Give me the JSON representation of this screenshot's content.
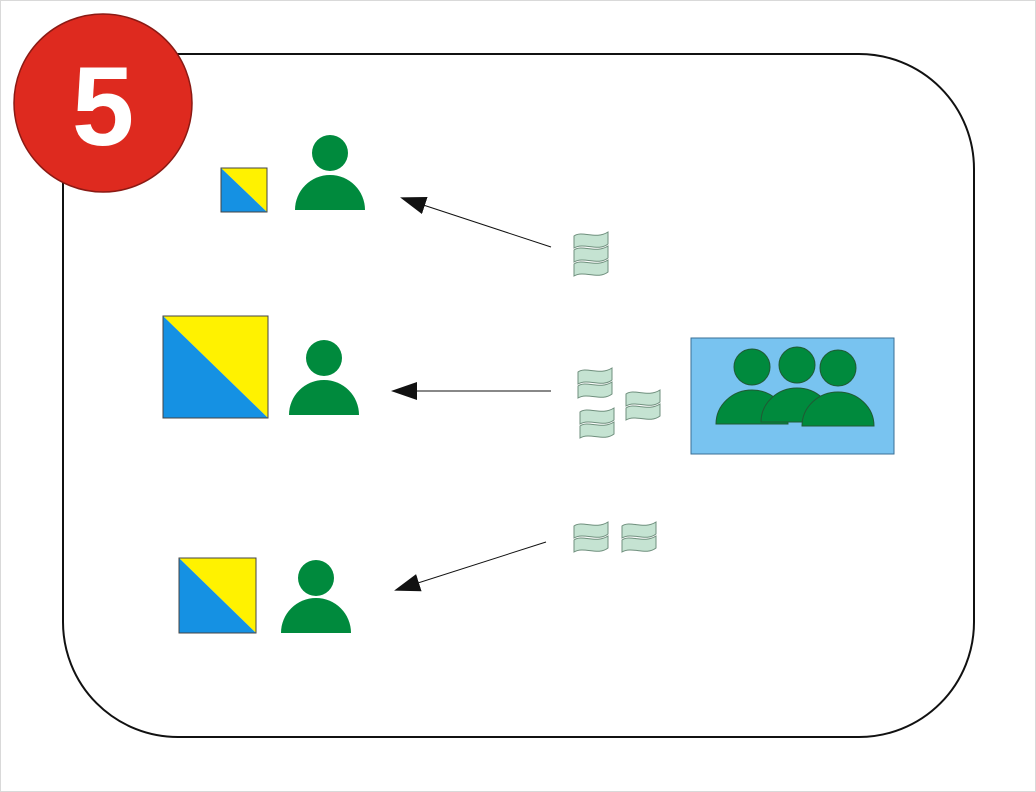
{
  "badge": {
    "number": "5"
  },
  "colors": {
    "badge_red": "#de2a1f",
    "person_green": "#008a3d",
    "square_blue": "#1591e3",
    "square_yellow": "#fff200",
    "group_panel_blue": "#78c3f0",
    "note_green": "#c5e3d2",
    "frame_stroke": "#111111"
  },
  "icons": {
    "person": "person-icon",
    "group": "group-icon",
    "note": "banknote-icon",
    "square": "split-square-icon",
    "arrow": "arrow-left-icon"
  },
  "rows": [
    {
      "square_size": "small",
      "notes": 1
    },
    {
      "square_size": "large",
      "notes": 3
    },
    {
      "square_size": "medium",
      "notes": 2
    }
  ]
}
